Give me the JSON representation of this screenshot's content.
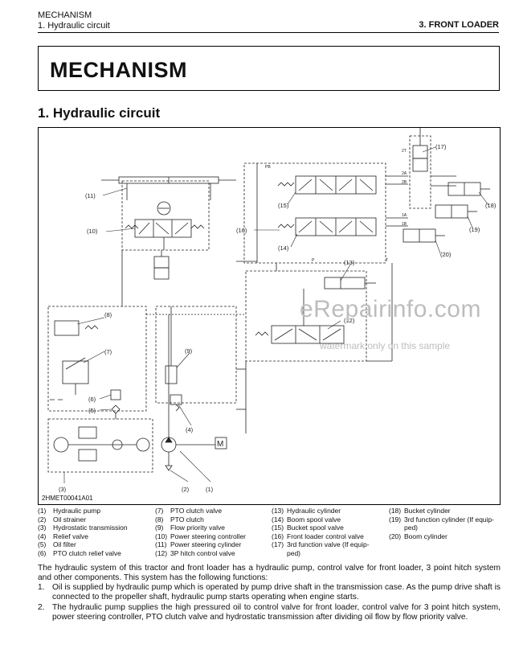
{
  "header": {
    "section": "MECHANISM",
    "subsection": "1. Hydraulic circuit",
    "chapter": "3. FRONT LOADER"
  },
  "banner_title": "MECHANISM",
  "section_title": "1. Hydraulic circuit",
  "figure": {
    "code": "2HMET00041A01",
    "callouts": [
      "(1)",
      "(2)",
      "(3)",
      "(4)",
      "(5)",
      "(6)",
      "(7)",
      "(8)",
      "(9)",
      "(10)",
      "(11)",
      "(12)",
      "(13)",
      "(14)",
      "(15)",
      "(16)",
      "(17)",
      "(18)",
      "(19)",
      "(20)"
    ],
    "motor_label": "M",
    "port_labels": [
      "PB",
      "2A",
      "1A",
      "2B",
      "1B",
      "T",
      "P",
      "2T"
    ]
  },
  "watermark": {
    "text": "eRepairinfo.com",
    "sub": "watermark only on this sample"
  },
  "legend": {
    "col1": [
      {
        "n": "(1)",
        "t": "Hydraulic pump"
      },
      {
        "n": "(2)",
        "t": "Oil strainer"
      },
      {
        "n": "(3)",
        "t": "Hydrostatic transmission"
      },
      {
        "n": "(4)",
        "t": "Relief valve"
      },
      {
        "n": "(5)",
        "t": "Oil filter"
      },
      {
        "n": "(6)",
        "t": "PTO clutch relief valve"
      }
    ],
    "col2": [
      {
        "n": "(7)",
        "t": "PTO clutch valve"
      },
      {
        "n": "(8)",
        "t": "PTO clutch"
      },
      {
        "n": "(9)",
        "t": "Flow priority valve"
      },
      {
        "n": "(10)",
        "t": "Power steering controller"
      },
      {
        "n": "(11)",
        "t": "Power steering cylinder"
      },
      {
        "n": "(12)",
        "t": "3P hitch control valve"
      }
    ],
    "col3": [
      {
        "n": "(13)",
        "t": "Hydraulic cylinder"
      },
      {
        "n": "(14)",
        "t": "Boom spool valve"
      },
      {
        "n": "(15)",
        "t": "Bucket spool valve"
      },
      {
        "n": "(16)",
        "t": "Front loader control valve"
      },
      {
        "n": "(17)",
        "t": "3rd function valve (If equip-"
      }
    ],
    "col3_cont": "ped)",
    "col4": [
      {
        "n": "(18)",
        "t": "Bucket cylinder"
      },
      {
        "n": "(19)",
        "t": "3rd function cylinder (If equip-"
      }
    ],
    "col4_cont": "ped)",
    "col4_last": {
      "n": "(20)",
      "t": "Boom cylinder"
    }
  },
  "body": {
    "intro": "The hydraulic system of this tractor and front loader has a hydraulic pump, control valve for front loader, 3 point hitch system and other components. This system has the following functions:",
    "items": [
      {
        "n": "1.",
        "t": "Oil is supplied by hydraulic pump which is operated by pump drive shaft in the transmission case. As the pump drive shaft is connected to the propeller shaft, hydraulic pump starts operating when engine starts."
      },
      {
        "n": "2.",
        "t": "The hydraulic pump supplies the high pressured oil to control valve for front loader, control valve for 3 point hitch system, power steering controller, PTO clutch valve and hydrostatic transmission after dividing oil flow by flow priority valve."
      }
    ]
  }
}
